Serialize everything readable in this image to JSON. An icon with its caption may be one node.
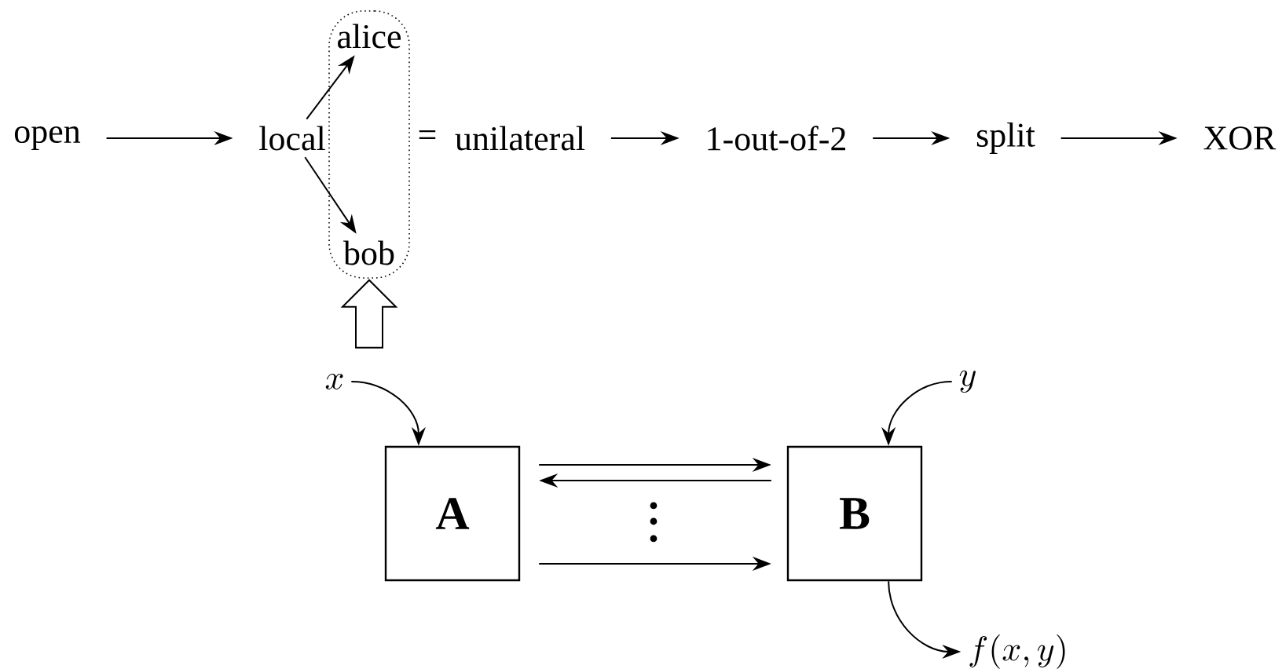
{
  "diagram": {
    "nodes": [
      {
        "text": [
          "open"
        ]
      },
      {
        "text": [
          "local"
        ]
      },
      {
        "text": [],
        "shape": "box"
      },
      {
        "text": [
          "alice"
        ],
        "in": 2
      },
      {
        "text": [
          "bob"
        ],
        "in": 2
      },
      {
        "text": [
          "unilateral"
        ]
      },
      {
        "text": [
          "1-out-of-2"
        ]
      },
      {
        "text": [
          "split"
        ]
      },
      {
        "text": [
          "XOR"
        ]
      },
      {
        "text": [
          "x"
        ]
      },
      {
        "text": [
          "A"
        ]
      },
      {
        "text": [
          "B"
        ]
      },
      {
        "text": [
          "y"
        ]
      },
      {
        "text": [
          "f(x,y)"
        ]
      }
    ],
    "edges": [
      {
        "from": 0,
        "to": 1,
        "arrow": "to"
      },
      {
        "from": 1,
        "to": 3,
        "arrow": "to"
      },
      {
        "from": 1,
        "to": 4,
        "arrow": "to"
      },
      {
        "from": 5,
        "to": 6,
        "arrow": "to"
      },
      {
        "from": 6,
        "to": 7,
        "arrow": "to"
      },
      {
        "from": 7,
        "to": 8,
        "arrow": "to"
      },
      {
        "from": null,
        "to": 2,
        "arrow": "to"
      },
      {
        "from": 9,
        "to": 10,
        "arrow": "to"
      },
      {
        "from": 10,
        "to": 11,
        "arrow": "to"
      },
      {
        "from": 11,
        "to": 10,
        "arrow": "to"
      },
      {
        "from": 10,
        "to": 11,
        "arrow": "to"
      },
      {
        "from": 12,
        "to": 11,
        "arrow": "to"
      },
      {
        "from": 11,
        "to": 13,
        "arrow": "to"
      }
    ],
    "labels": [
      "="
    ]
  }
}
